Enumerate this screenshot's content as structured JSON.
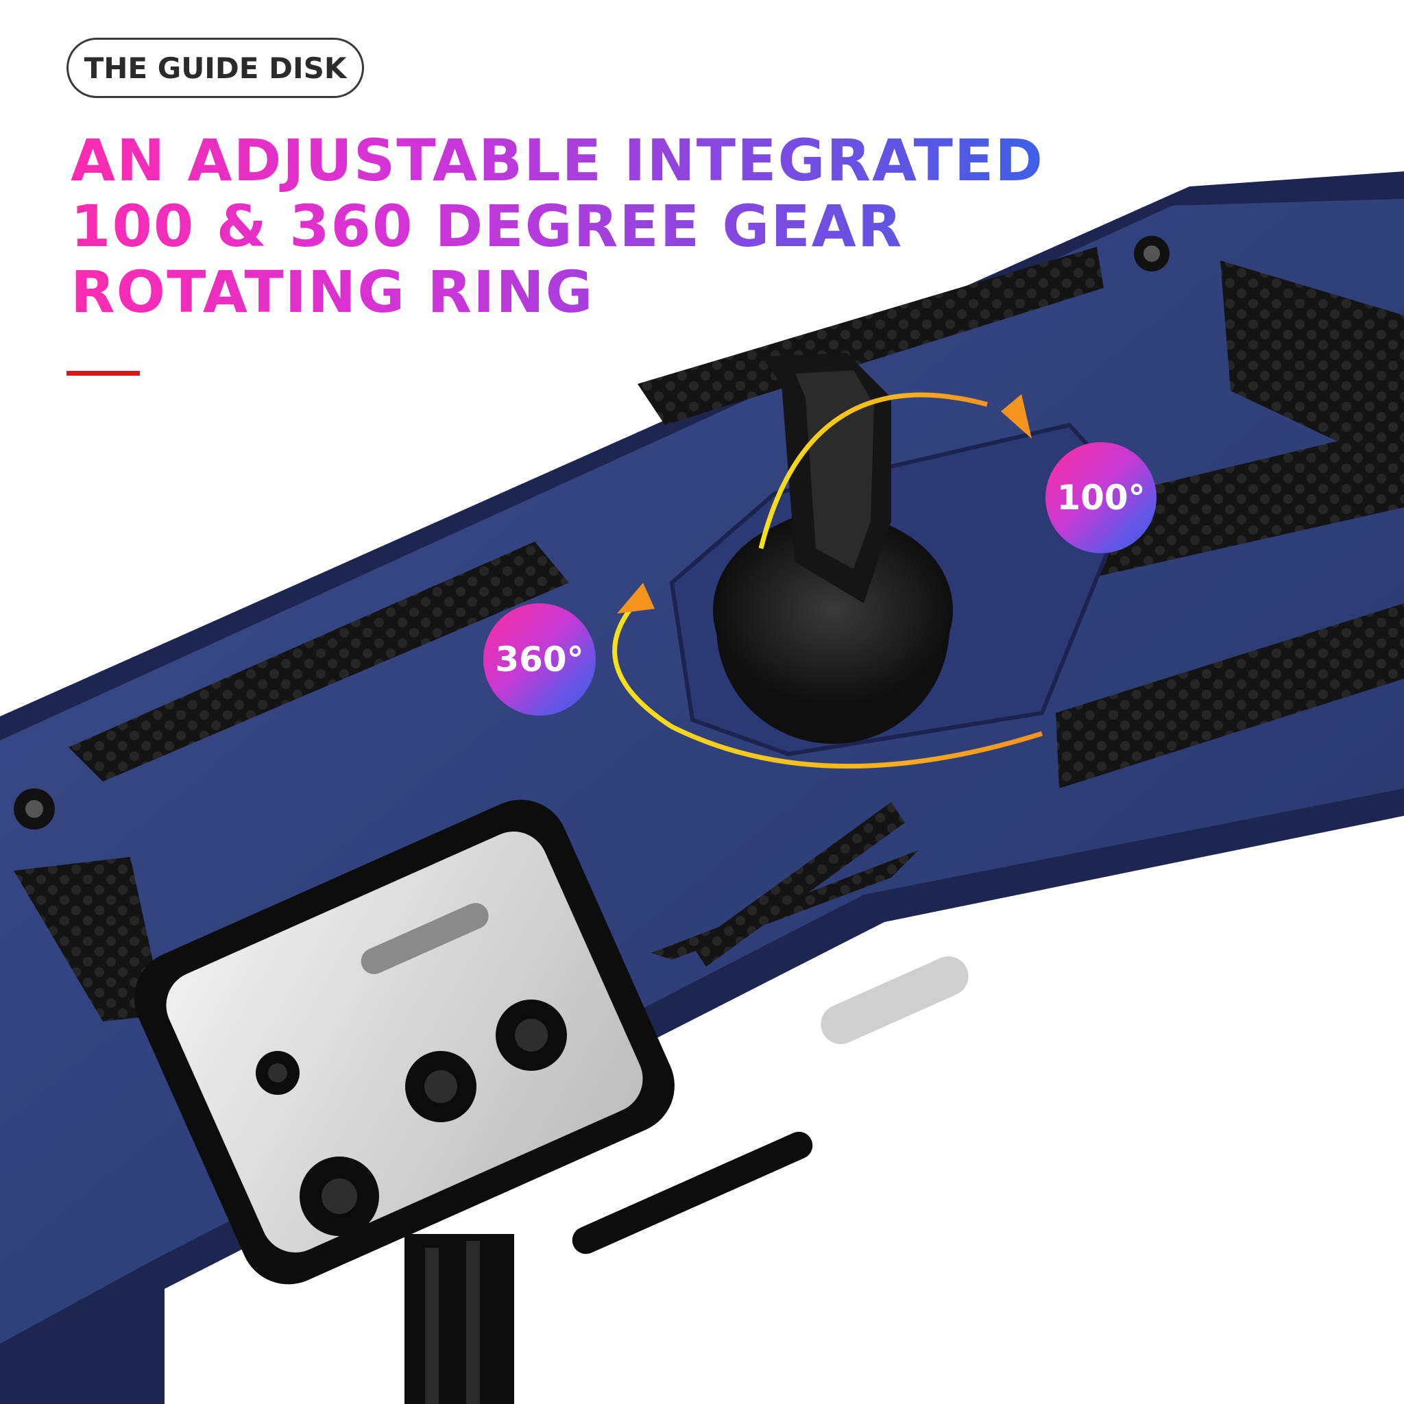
{
  "tag_label": "THE GUIDE DISK",
  "headline": {
    "line1": "AN ADJUSTABLE INTEGRATED",
    "line2": "100 & 360 DEGREE GEAR",
    "line3": "ROTATING RING"
  },
  "badges": {
    "tilt": "100°",
    "rotate": "360°"
  },
  "colors": {
    "case_blue": "#2f3f7a",
    "accent_red": "#d61a1a",
    "gradient_pink": "#ff2bb0",
    "gradient_blue": "#3d5fe6",
    "arrow_orange": "#f5a623",
    "arrow_yellow": "#f7e21a"
  }
}
